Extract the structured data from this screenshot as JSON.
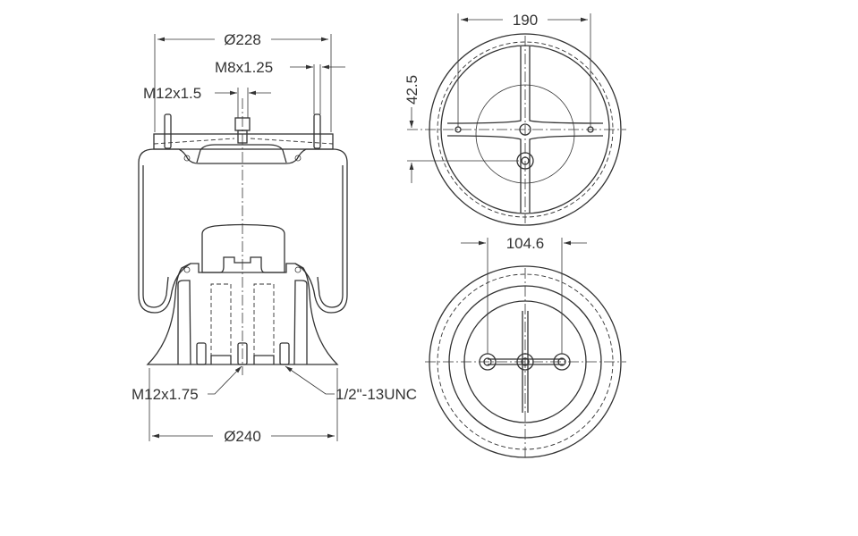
{
  "dimensions": {
    "top_diameter": "Ø228",
    "bottom_diameter": "Ø240",
    "air_fitting_thread": "M8x1.25",
    "top_stud_thread": "M12x1.5",
    "bottom_center_thread": "M12x1.75",
    "bottom_outer_thread": "1/2\"-13UNC",
    "top_stud_spacing": "190",
    "air_fitting_offset": "42.5",
    "bottom_hole_spacing": "104.6"
  }
}
